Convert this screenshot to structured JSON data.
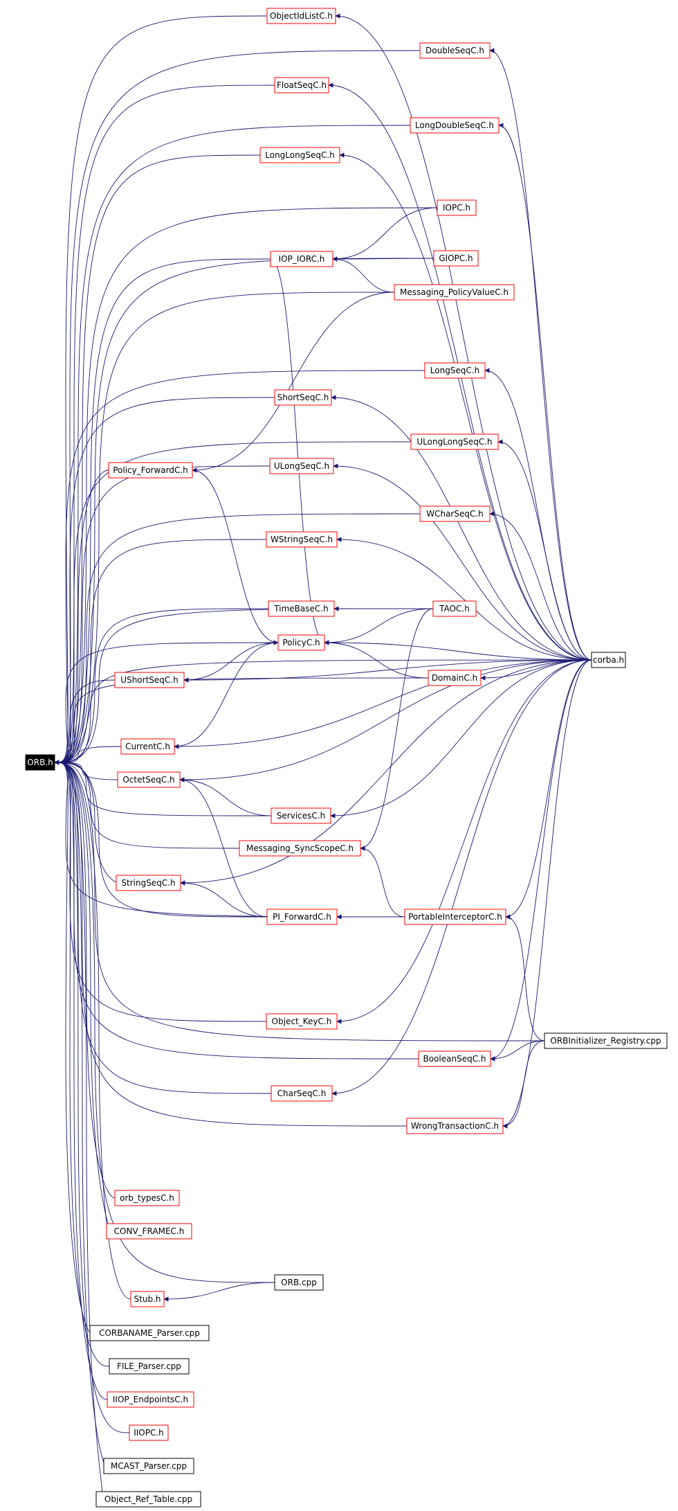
{
  "colors": {
    "edge": "#191970",
    "border_red": "#ff0000",
    "border_black": "#000000",
    "root_fill": "#000000",
    "root_text": "#ffffff"
  },
  "graph": {
    "root": "ORB.h",
    "nodes": [
      {
        "id": "orb_h",
        "label": "ORB.h",
        "kind": "root"
      },
      {
        "id": "objectidlist",
        "label": "ObjectIdListC.h",
        "kind": "red"
      },
      {
        "id": "doubleseq",
        "label": "DoubleSeqC.h",
        "kind": "red"
      },
      {
        "id": "floatseq",
        "label": "FloatSeqC.h",
        "kind": "red"
      },
      {
        "id": "longdoubleseq",
        "label": "LongDoubleSeqC.h",
        "kind": "red"
      },
      {
        "id": "longlongseq",
        "label": "LongLongSeqC.h",
        "kind": "red"
      },
      {
        "id": "iopc",
        "label": "IOPC.h",
        "kind": "red"
      },
      {
        "id": "iop_iorc",
        "label": "IOP_IORC.h",
        "kind": "red"
      },
      {
        "id": "giopc",
        "label": "GIOPC.h",
        "kind": "red"
      },
      {
        "id": "msg_policyvalue",
        "label": "Messaging_PolicyValueC.h",
        "kind": "red"
      },
      {
        "id": "longseq",
        "label": "LongSeqC.h",
        "kind": "red"
      },
      {
        "id": "shortseq",
        "label": "ShortSeqC.h",
        "kind": "red"
      },
      {
        "id": "ulonglongseq",
        "label": "ULongLongSeqC.h",
        "kind": "red"
      },
      {
        "id": "policy_forward",
        "label": "Policy_ForwardC.h",
        "kind": "red"
      },
      {
        "id": "ulongseq",
        "label": "ULongSeqC.h",
        "kind": "red"
      },
      {
        "id": "wcharseq",
        "label": "WCharSeqC.h",
        "kind": "red"
      },
      {
        "id": "wstringseq",
        "label": "WStringSeqC.h",
        "kind": "red"
      },
      {
        "id": "timebase",
        "label": "TimeBaseC.h",
        "kind": "red"
      },
      {
        "id": "taoc",
        "label": "TAOC.h",
        "kind": "red"
      },
      {
        "id": "policyc",
        "label": "PolicyC.h",
        "kind": "red"
      },
      {
        "id": "corba",
        "label": "corba.h",
        "kind": "black"
      },
      {
        "id": "ushortseq",
        "label": "UShortSeqC.h",
        "kind": "red"
      },
      {
        "id": "domainc",
        "label": "DomainC.h",
        "kind": "red"
      },
      {
        "id": "currentc",
        "label": "CurrentC.h",
        "kind": "red"
      },
      {
        "id": "octetseq",
        "label": "OctetSeqC.h",
        "kind": "red"
      },
      {
        "id": "servicesc",
        "label": "ServicesC.h",
        "kind": "red"
      },
      {
        "id": "msg_syncscope",
        "label": "Messaging_SyncScopeC.h",
        "kind": "red"
      },
      {
        "id": "stringseq",
        "label": "StringSeqC.h",
        "kind": "red"
      },
      {
        "id": "pi_forward",
        "label": "PI_ForwardC.h",
        "kind": "red"
      },
      {
        "id": "portableinterceptor",
        "label": "PortableInterceptorC.h",
        "kind": "red"
      },
      {
        "id": "object_key",
        "label": "Object_KeyC.h",
        "kind": "red"
      },
      {
        "id": "orbinit_registry",
        "label": "ORBInitializer_Registry.cpp",
        "kind": "black"
      },
      {
        "id": "booleanseq",
        "label": "BooleanSeqC.h",
        "kind": "red"
      },
      {
        "id": "charseq",
        "label": "CharSeqC.h",
        "kind": "red"
      },
      {
        "id": "wrongtransaction",
        "label": "WrongTransactionC.h",
        "kind": "red"
      },
      {
        "id": "orb_typesc",
        "label": "orb_typesC.h",
        "kind": "red"
      },
      {
        "id": "conv_frame",
        "label": "CONV_FRAMEC.h",
        "kind": "red"
      },
      {
        "id": "orb_cpp",
        "label": "ORB.cpp",
        "kind": "black"
      },
      {
        "id": "stub",
        "label": "Stub.h",
        "kind": "red"
      },
      {
        "id": "corbaname_parser",
        "label": "CORBANAME_Parser.cpp",
        "kind": "black"
      },
      {
        "id": "file_parser",
        "label": "FILE_Parser.cpp",
        "kind": "black"
      },
      {
        "id": "iiop_endpoints",
        "label": "IIOP_EndpointsC.h",
        "kind": "red"
      },
      {
        "id": "iiopc",
        "label": "IIOPC.h",
        "kind": "red"
      },
      {
        "id": "mcast_parser",
        "label": "MCAST_Parser.cpp",
        "kind": "black"
      },
      {
        "id": "object_ref_table",
        "label": "Object_Ref_Table.cpp",
        "kind": "black"
      }
    ],
    "edges": [
      [
        "objectidlist",
        "orb_h"
      ],
      [
        "doubleseq",
        "orb_h"
      ],
      [
        "floatseq",
        "orb_h"
      ],
      [
        "longdoubleseq",
        "orb_h"
      ],
      [
        "longlongseq",
        "orb_h"
      ],
      [
        "iopc",
        "orb_h"
      ],
      [
        "iop_iorc",
        "orb_h"
      ],
      [
        "giopc",
        "orb_h"
      ],
      [
        "msg_policyvalue",
        "orb_h"
      ],
      [
        "longseq",
        "orb_h"
      ],
      [
        "shortseq",
        "orb_h"
      ],
      [
        "ulonglongseq",
        "orb_h"
      ],
      [
        "policy_forward",
        "orb_h"
      ],
      [
        "ulongseq",
        "orb_h"
      ],
      [
        "wcharseq",
        "orb_h"
      ],
      [
        "wstringseq",
        "orb_h"
      ],
      [
        "timebase",
        "orb_h"
      ],
      [
        "taoc",
        "orb_h"
      ],
      [
        "policyc",
        "orb_h"
      ],
      [
        "ushortseq",
        "orb_h"
      ],
      [
        "domainc",
        "orb_h"
      ],
      [
        "currentc",
        "orb_h"
      ],
      [
        "octetseq",
        "orb_h"
      ],
      [
        "servicesc",
        "orb_h"
      ],
      [
        "msg_syncscope",
        "orb_h"
      ],
      [
        "stringseq",
        "orb_h"
      ],
      [
        "pi_forward",
        "orb_h"
      ],
      [
        "portableinterceptor",
        "orb_h"
      ],
      [
        "object_key",
        "orb_h"
      ],
      [
        "booleanseq",
        "orb_h"
      ],
      [
        "charseq",
        "orb_h"
      ],
      [
        "wrongtransaction",
        "orb_h"
      ],
      [
        "orb_typesc",
        "orb_h"
      ],
      [
        "conv_frame",
        "orb_h"
      ],
      [
        "orb_cpp",
        "orb_h"
      ],
      [
        "stub",
        "orb_h"
      ],
      [
        "corbaname_parser",
        "orb_h"
      ],
      [
        "file_parser",
        "orb_h"
      ],
      [
        "iiop_endpoints",
        "orb_h"
      ],
      [
        "iiopc",
        "orb_h"
      ],
      [
        "mcast_parser",
        "orb_h"
      ],
      [
        "object_ref_table",
        "orb_h"
      ],
      [
        "corba",
        "orb_h"
      ],
      [
        "orbinit_registry",
        "orb_h"
      ],
      [
        "corba",
        "objectidlist"
      ],
      [
        "corba",
        "doubleseq"
      ],
      [
        "corba",
        "floatseq"
      ],
      [
        "corba",
        "longdoubleseq"
      ],
      [
        "corba",
        "longlongseq"
      ],
      [
        "corba",
        "longseq"
      ],
      [
        "corba",
        "shortseq"
      ],
      [
        "corba",
        "ulonglongseq"
      ],
      [
        "corba",
        "ulongseq"
      ],
      [
        "corba",
        "wcharseq"
      ],
      [
        "corba",
        "wstringseq"
      ],
      [
        "corba",
        "policyc"
      ],
      [
        "corba",
        "domainc"
      ],
      [
        "corba",
        "ushortseq"
      ],
      [
        "corba",
        "currentc"
      ],
      [
        "corba",
        "octetseq"
      ],
      [
        "corba",
        "servicesc"
      ],
      [
        "corba",
        "stringseq"
      ],
      [
        "corba",
        "portableinterceptor"
      ],
      [
        "corba",
        "booleanseq"
      ],
      [
        "corba",
        "charseq"
      ],
      [
        "corba",
        "wrongtransaction"
      ],
      [
        "corba",
        "object_key"
      ],
      [
        "iopc",
        "iop_iorc"
      ],
      [
        "giopc",
        "iop_iorc"
      ],
      [
        "msg_policyvalue",
        "iop_iorc"
      ],
      [
        "msg_policyvalue",
        "policy_forward"
      ],
      [
        "taoc",
        "timebase"
      ],
      [
        "taoc",
        "policyc"
      ],
      [
        "taoc",
        "msg_syncscope"
      ],
      [
        "domainc",
        "policyc"
      ],
      [
        "policyc",
        "ushortseq"
      ],
      [
        "policyc",
        "currentc"
      ],
      [
        "servicesc",
        "octetseq"
      ],
      [
        "pi_forward",
        "stringseq"
      ],
      [
        "pi_forward",
        "octetseq"
      ],
      [
        "portableinterceptor",
        "pi_forward"
      ],
      [
        "portableinterceptor",
        "msg_syncscope"
      ],
      [
        "iop_iorc",
        "policyc"
      ],
      [
        "policy_forward",
        "policyc"
      ],
      [
        "orbinit_registry",
        "portableinterceptor"
      ],
      [
        "orbinit_registry",
        "booleanseq"
      ],
      [
        "orbinit_registry",
        "wrongtransaction"
      ],
      [
        "orb_cpp",
        "stub"
      ]
    ]
  }
}
